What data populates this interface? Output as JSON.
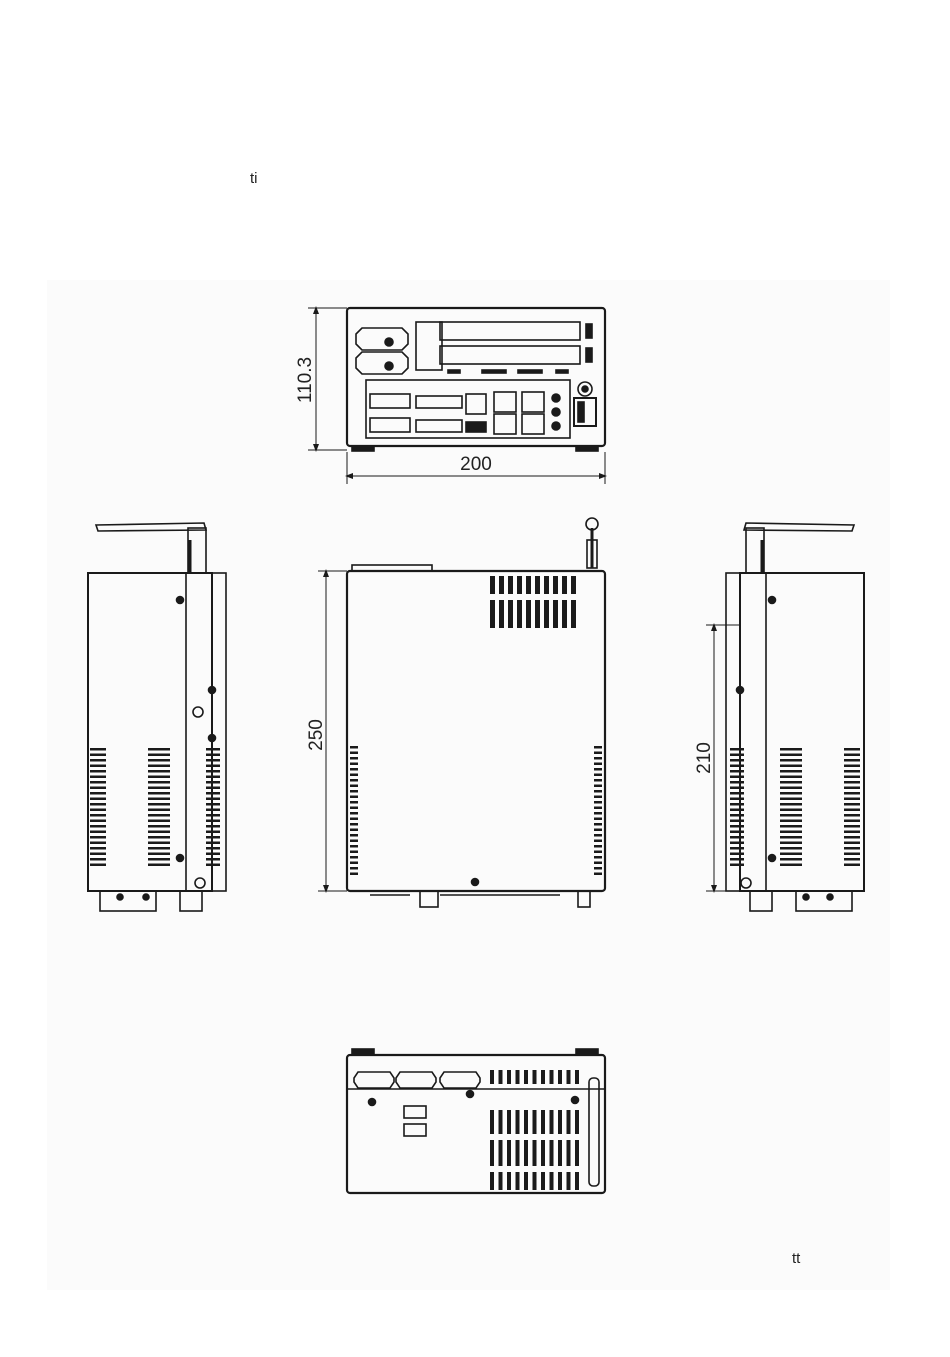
{
  "page": {
    "stray_top_text": "ti",
    "stray_bottom_text": "tt"
  },
  "dimensions": {
    "height_front": "110.3",
    "width_front": "200",
    "depth_top": "250",
    "depth_side": "210"
  },
  "colors": {
    "line": "#1a1a1a",
    "background": "#ffffff",
    "panel": "#fbfbfb"
  }
}
